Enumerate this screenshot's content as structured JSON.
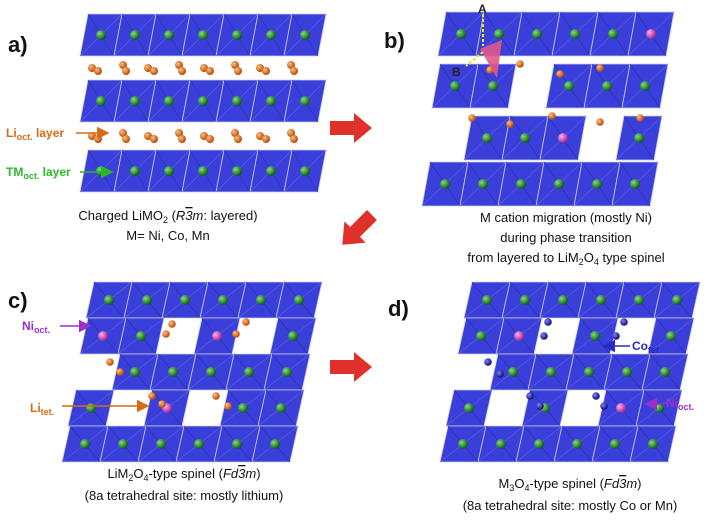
{
  "panels": {
    "a": {
      "label": "a)",
      "caption_parts": [
        "Charged LiMO",
        "2",
        " (",
        "R",
        "3",
        "m",
        ": layered)"
      ],
      "caption2": "M= Ni, Co, Mn",
      "li_label": [
        "Li",
        "oct.",
        " layer"
      ],
      "tm_label": [
        "TM",
        "oct.",
        " layer"
      ]
    },
    "b": {
      "label": "b)",
      "caption1": "M cation migration (mostly Ni)",
      "caption2": "during phase transition",
      "caption3_parts": [
        "from layered to LiM",
        "2",
        "O",
        "4",
        " type spinel"
      ],
      "point_a": "A",
      "point_b": "B"
    },
    "c": {
      "label": "c)",
      "caption1_parts": [
        "LiM",
        "2",
        "O",
        "4",
        "-type spinel (",
        "Fd",
        "3",
        "m",
        ")"
      ],
      "caption2": "(8a  tetrahedral site: mostly lithium)",
      "ni_label": [
        "Ni",
        "oct."
      ],
      "li_label": [
        "Li",
        "tet."
      ]
    },
    "d": {
      "label": "d)",
      "caption1_parts": [
        "M",
        "3",
        "O",
        "4",
        "-type spinel (",
        "Fd",
        "3",
        "m",
        ")"
      ],
      "caption2": "(8a  tetrahedral site: mostly Co or Mn)",
      "co_label": [
        "Co",
        "tet"
      ],
      "ni_label": [
        "Ni",
        "oct."
      ]
    }
  },
  "colors": {
    "octahedron": "#3a3fd9",
    "octahedron_dark": "#262aa8",
    "tm_atom": "#1f8a2a",
    "li_atom": "#e8731c",
    "ni_atom": "#d94fc8",
    "co_atom": "#2a2ab0",
    "arrow": "#e0302a",
    "li_text": "#d86a14",
    "tm_text": "#2bb82b",
    "ni_text": "#9b30c8",
    "co_text": "#2a2ac0",
    "migration": "#e05a86"
  }
}
